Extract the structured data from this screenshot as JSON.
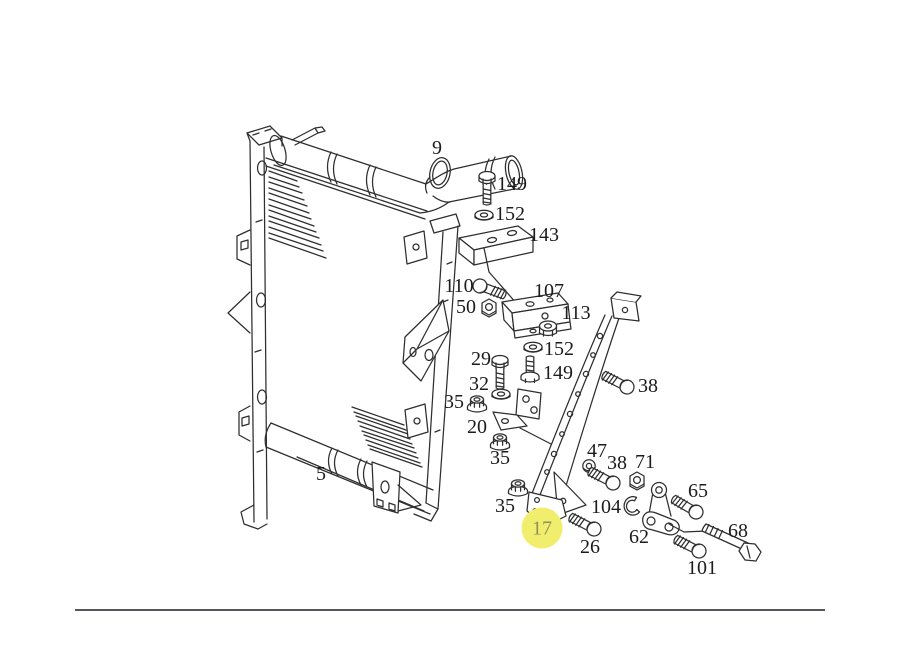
{
  "page": {
    "background_color": "#ffffff"
  },
  "diagram": {
    "kind": "exploded-parts-diagram",
    "subject": "Radiator with mounting brackets, stay and fasteners",
    "line_color": "#2e2e2e",
    "divider_color": "#56565a",
    "highlight": {
      "part_number": "17",
      "fill_color": "#f1ee6d",
      "text_color": "#8f8f5c"
    }
  },
  "labels": [
    {
      "part": "9",
      "text": "9"
    },
    {
      "part": "149",
      "text": "149"
    },
    {
      "part": "152",
      "text": "152"
    },
    {
      "part": "143",
      "text": "143"
    },
    {
      "part": "110",
      "text": "110"
    },
    {
      "part": "50",
      "text": "50"
    },
    {
      "part": "107",
      "text": "107"
    },
    {
      "part": "113",
      "text": "113"
    },
    {
      "part": "152",
      "text": "152"
    },
    {
      "part": "149",
      "text": "149"
    },
    {
      "part": "29",
      "text": "29"
    },
    {
      "part": "32",
      "text": "32"
    },
    {
      "part": "35",
      "text": "35"
    },
    {
      "part": "20",
      "text": "20"
    },
    {
      "part": "35",
      "text": "35"
    },
    {
      "part": "35",
      "text": "35"
    },
    {
      "part": "5",
      "text": "5"
    },
    {
      "part": "17",
      "text": "17",
      "highlighted": true
    },
    {
      "part": "38",
      "text": "38"
    },
    {
      "part": "47",
      "text": "47"
    },
    {
      "part": "38",
      "text": "38"
    },
    {
      "part": "71",
      "text": "71"
    },
    {
      "part": "104",
      "text": "104"
    },
    {
      "part": "62",
      "text": "62"
    },
    {
      "part": "65",
      "text": "65"
    },
    {
      "part": "26",
      "text": "26"
    },
    {
      "part": "68",
      "text": "68"
    },
    {
      "part": "101",
      "text": "101"
    }
  ]
}
